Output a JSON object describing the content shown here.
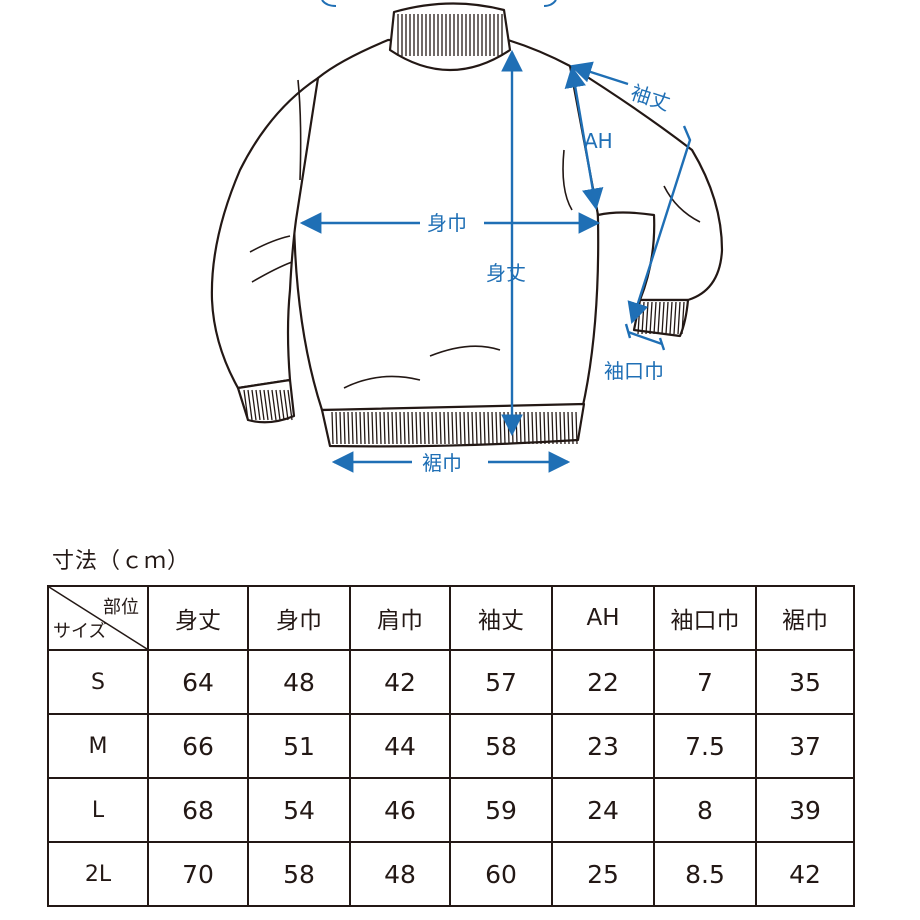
{
  "diagram": {
    "labels": {
      "sleeve_length": "袖丈",
      "armhole": "AH",
      "body_width": "身巾",
      "body_length": "身丈",
      "cuff_width": "袖口巾",
      "hem_width": "裾巾"
    },
    "accent_color": "#1f6fb5"
  },
  "table": {
    "caption": "寸法（ｃｍ）",
    "corner_top": "部位",
    "corner_bottom": "サイズ",
    "headers": [
      "身丈",
      "身巾",
      "肩巾",
      "袖丈",
      "AH",
      "袖口巾",
      "裾巾"
    ],
    "rows": [
      {
        "size": "S",
        "values": [
          "64",
          "48",
          "42",
          "57",
          "22",
          "7",
          "35"
        ]
      },
      {
        "size": "M",
        "values": [
          "66",
          "51",
          "44",
          "58",
          "23",
          "7.5",
          "37"
        ]
      },
      {
        "size": "L",
        "values": [
          "68",
          "54",
          "46",
          "59",
          "24",
          "8",
          "39"
        ]
      },
      {
        "size": "2L",
        "values": [
          "70",
          "58",
          "48",
          "60",
          "25",
          "8.5",
          "42"
        ]
      }
    ]
  }
}
